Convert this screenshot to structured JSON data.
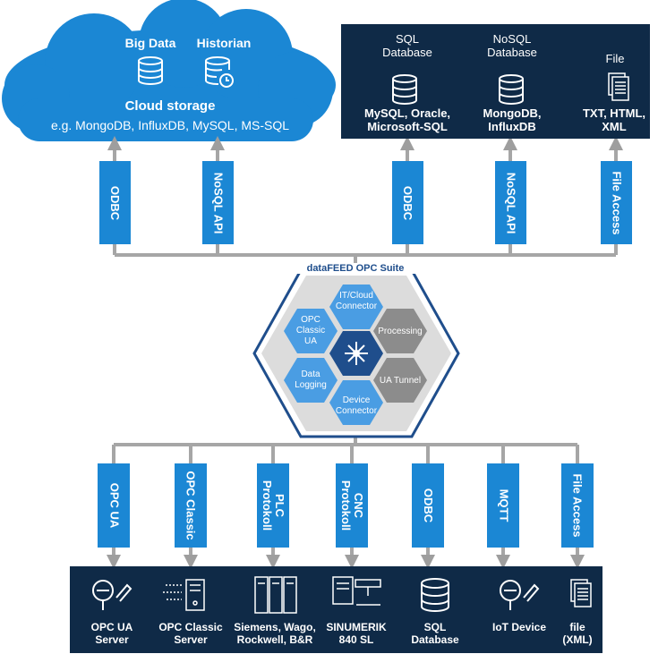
{
  "cloud": {
    "big_data": "Big Data",
    "historian": "Historian",
    "title": "Cloud storage",
    "subtitle": "e.g. MongoDB, InfluxDB, MySQL, MS-SQL"
  },
  "top_panel": {
    "sql_title_1": "SQL",
    "sql_title_2": "Database",
    "sql_sub_1": "MySQL, Oracle,",
    "sql_sub_2": "Microsoft-SQL",
    "nosql_title_1": "NoSQL",
    "nosql_title_2": "Database",
    "nosql_sub_1": "MongoDB,",
    "nosql_sub_2": "InfluxDB",
    "file_title": "File",
    "file_sub_1": "TXT, HTML,",
    "file_sub_2": "XML"
  },
  "top_connectors": [
    "ODBC",
    "NoSQL API",
    "ODBC",
    "NoSQL API",
    "File Access"
  ],
  "suite": {
    "title": "dataFEED OPC Suite",
    "it_cloud": [
      "IT/Cloud",
      "Connector"
    ],
    "opc_classic_ua": [
      "OPC",
      "Classic",
      "UA"
    ],
    "processing": [
      "Processing"
    ],
    "data_logging": [
      "Data",
      "Logging"
    ],
    "ua_tunnel": [
      "UA Tunnel"
    ],
    "device_connector": [
      "Device",
      "Connector"
    ]
  },
  "bottom_connectors": [
    [
      "OPC UA"
    ],
    [
      "OPC Classic"
    ],
    [
      "PLC",
      "Protokoll"
    ],
    [
      "CNC",
      "Protokoll"
    ],
    [
      "ODBC"
    ],
    [
      "MQTT"
    ],
    [
      "File Access"
    ]
  ],
  "bottom_panel": [
    [
      "OPC UA",
      "Server"
    ],
    [
      "OPC Classic",
      "Server"
    ],
    [
      "Siemens, Wago,",
      "Rockwell, B&R"
    ],
    [
      "SINUMERIK",
      "840 SL"
    ],
    [
      "SQL",
      "Database"
    ],
    [
      "IoT Device"
    ],
    [
      "file",
      "(XML)"
    ]
  ],
  "colors": {
    "navy": "#0f2a47",
    "blue": "#1b87d4",
    "cloud": "#1b87d4",
    "gray_line": "#a6a6a6",
    "hex_light": "#3b8fd9",
    "hex_gray": "#8c8c8c"
  }
}
